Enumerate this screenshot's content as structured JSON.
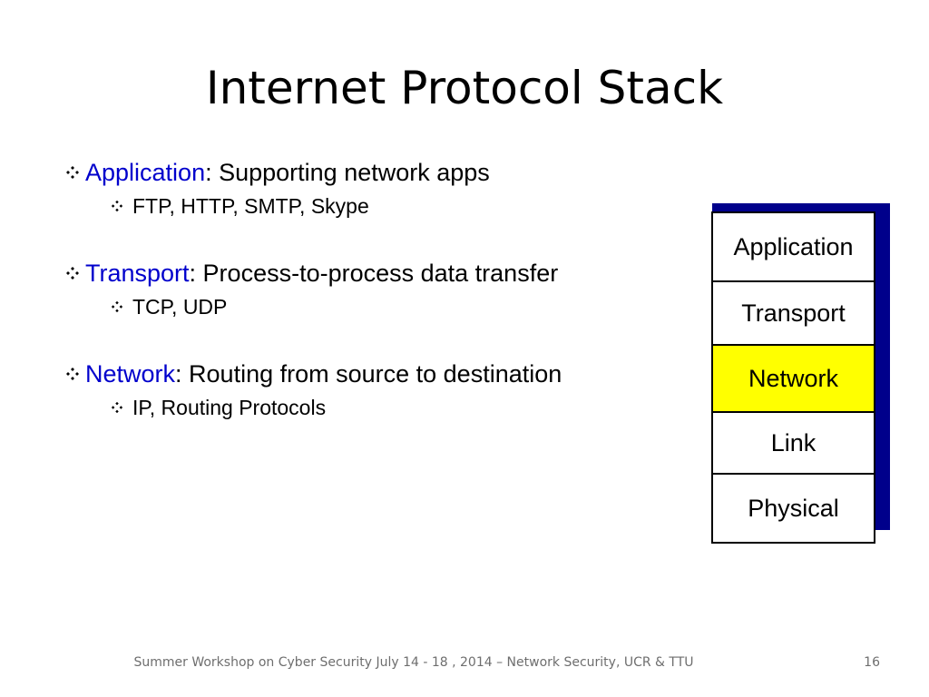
{
  "slide": {
    "title": "Internet Protocol Stack",
    "bullets": [
      {
        "keyword": "Application",
        "text": ": Supporting network apps",
        "sub": "FTP, HTTP,  SMTP, Skype"
      },
      {
        "keyword": "Transport",
        "text": ": Process-to-process data transfer",
        "sub": "TCP, UDP"
      },
      {
        "keyword": "Network",
        "text": ": Routing from source to destination",
        "sub": "IP, Routing Protocols"
      }
    ],
    "stack": {
      "layers": [
        {
          "label": "Application",
          "highlighted": false
        },
        {
          "label": "Transport",
          "highlighted": false
        },
        {
          "label": "Network",
          "highlighted": true
        },
        {
          "label": "Link",
          "highlighted": false
        },
        {
          "label": "Physical",
          "highlighted": false
        }
      ]
    },
    "footer": "Summer Workshop on Cyber Security July 14 - 18 , 2014 – Network Security, UCR & TTU",
    "page_number": "16"
  },
  "colors": {
    "keyword": "#0000cc",
    "stack_shadow": "#00008b",
    "highlight": "#ffff00",
    "footer_text": "#6e6e6e"
  },
  "icons": {
    "bullet": "four-diamond-bullet-icon"
  }
}
